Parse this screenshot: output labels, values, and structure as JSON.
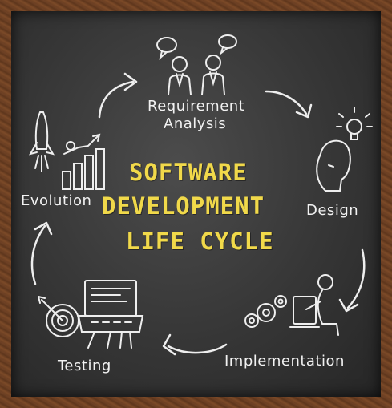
{
  "title": {
    "line1": "SOFTWARE",
    "line2": "DEVELOPMENT",
    "line3": "LIFE CYCLE"
  },
  "stages": {
    "requirement": "Requirement",
    "analysis": "Analysis",
    "design": "Design",
    "implementation": "Implementation",
    "testing": "Testing",
    "evolution": "Evolution"
  },
  "colors": {
    "title": "#f1d94a",
    "chalk": "#f2f2f2",
    "board": "#363636",
    "frame": "#6b3f22"
  },
  "icons": [
    "two-people-speech-icon",
    "person-lightbulb-icon",
    "gears-computer-user-icon",
    "target-laptop-icon",
    "rocket-growth-chart-icon"
  ]
}
